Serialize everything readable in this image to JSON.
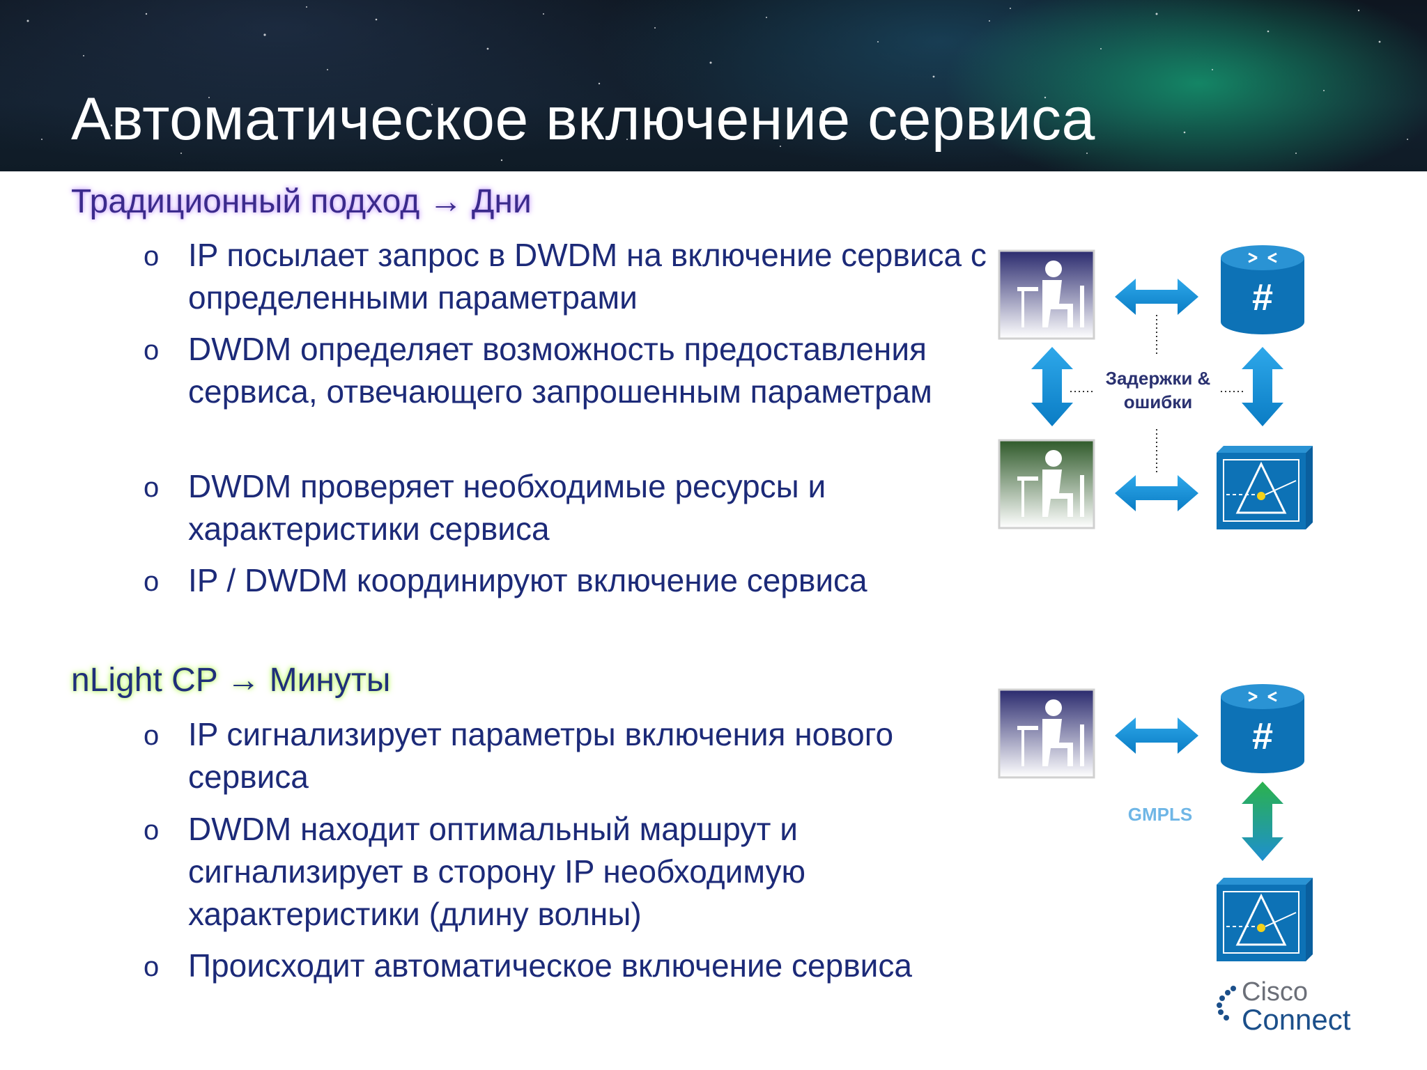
{
  "slide": {
    "title": "Автоматическое включение сервиса"
  },
  "traditional": {
    "heading": "Традиционный подход → Дни",
    "bullets": [
      {
        "mark": "o",
        "text": "IP посылает запрос в DWDM на включение сервиса с определенными параметрами"
      },
      {
        "mark": "o",
        "text": "DWDM определяет возможность предоставления сервиса, отвечающего запрошенным параметрам"
      },
      {
        "mark": "o",
        "text": "DWDM проверяет необходимые ресурсы и характеристики сервиса"
      },
      {
        "mark": "o",
        "text": "IP / DWDM координируют включение сервиса"
      }
    ],
    "diagram_label_line1": "Задержки &",
    "diagram_label_line2": "ошибки"
  },
  "nlight": {
    "heading": "nLight CP → Минуты",
    "bullets": [
      {
        "mark": "o",
        "text": "IP сигнализирует параметры включения нового сервиса"
      },
      {
        "mark": "o",
        "text": "DWDM находит оптимальный маршрут и сигнализирует в сторону IP необходимую характеристики (длину волны)"
      },
      {
        "mark": "o",
        "text": "Происходит автоматическое включение сервиса"
      }
    ],
    "diagram_label": "GMPLS"
  },
  "brand": {
    "line1": "Cisco",
    "line2": "Connect"
  },
  "colors": {
    "bullet_text": "#1c2a78",
    "arrow_blue": "#0a8fd6",
    "arrow_green": "#2bb24c",
    "router_blue": "#0d72b6",
    "operator_purple": "#2a2a6e",
    "operator_green": "#2f5a2a"
  },
  "icons": [
    "operator-ip-icon",
    "operator-dwdm-icon",
    "router-icon",
    "optical-switch-icon",
    "double-arrow-icon"
  ]
}
